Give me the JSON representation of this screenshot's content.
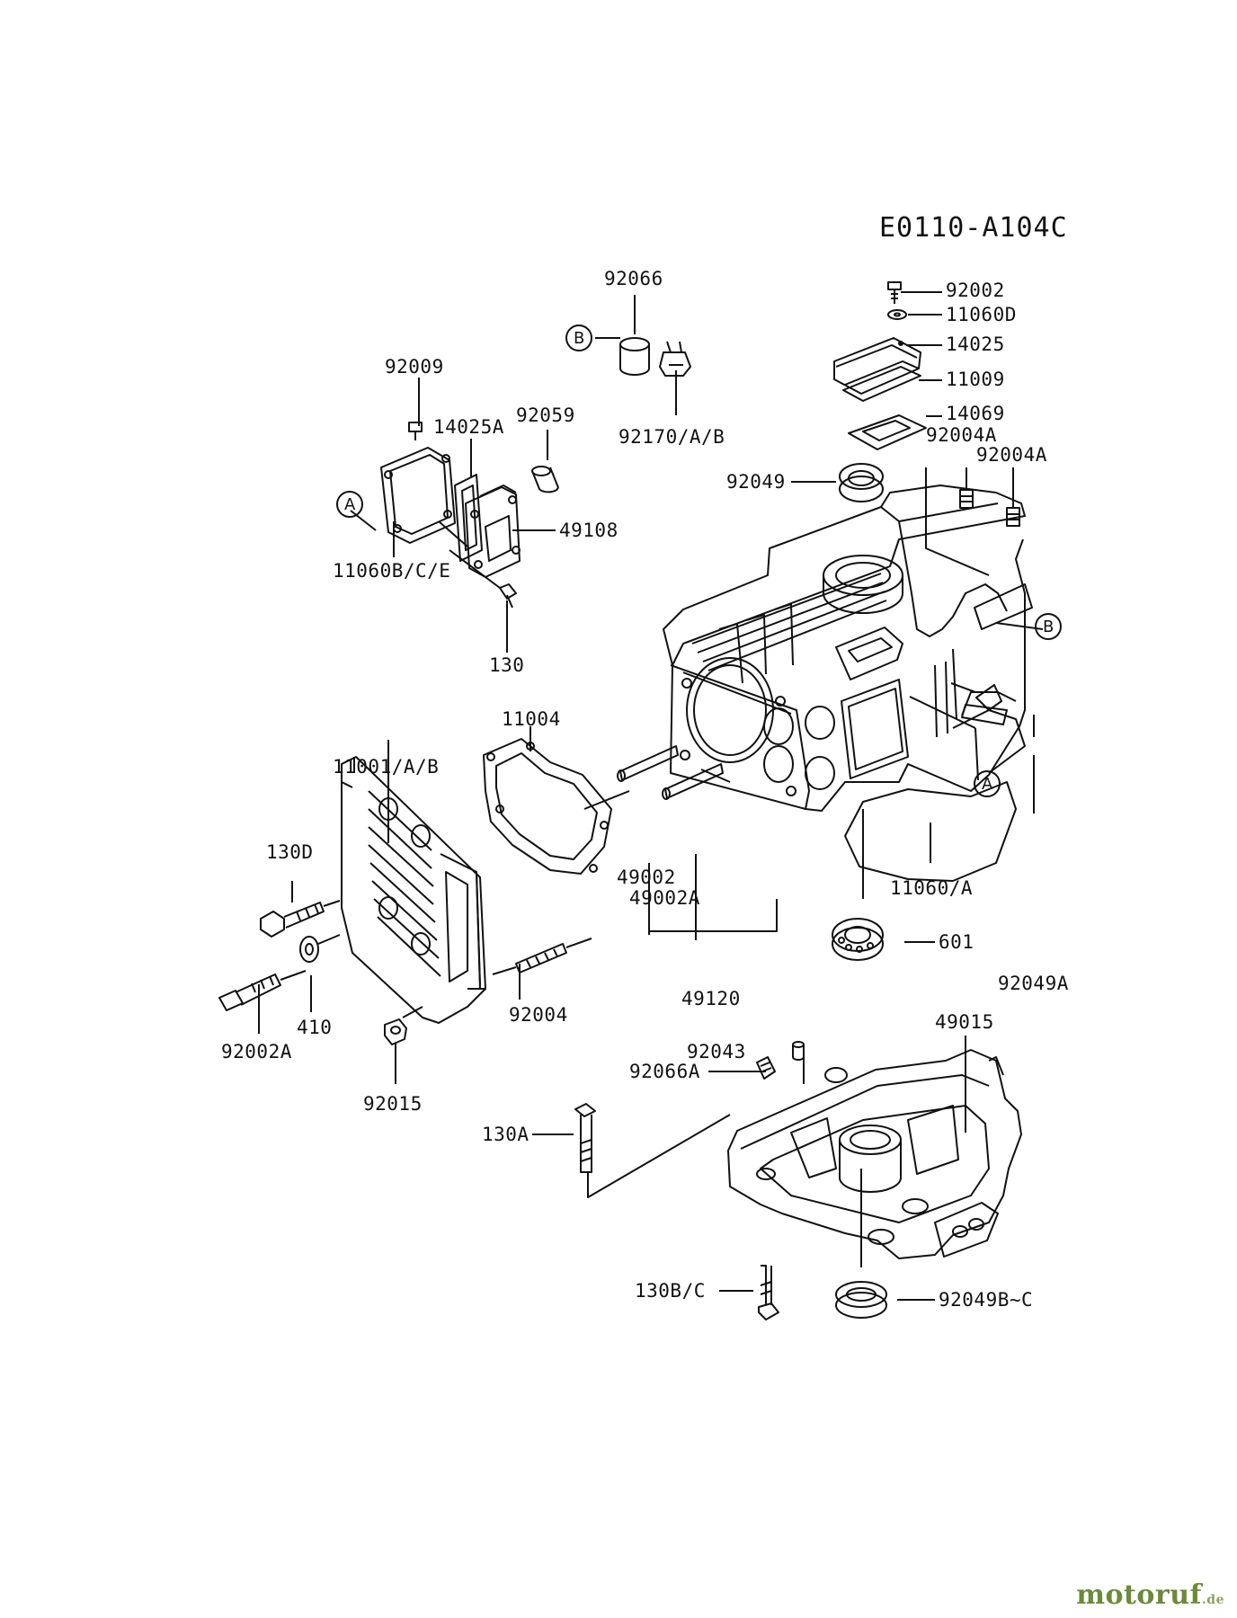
{
  "diagram_code": "E0110-A104C",
  "watermark": {
    "name": "motoruf",
    "tld": ".de",
    "color": "#6c8a3a"
  },
  "callouts": [
    "A",
    "B",
    "B",
    "A"
  ],
  "parts": {
    "p92066": "92066",
    "p92170": "92170/A/B",
    "p92002": "92002",
    "p11060D": "11060D",
    "p14025": "14025",
    "p11009": "11009",
    "p14069": "14069",
    "p92004A_1": "92004A",
    "p92004A_2": "92004A",
    "p92049": "92049",
    "p92009": "92009",
    "p14025A": "14025A",
    "p92059": "92059",
    "p49108": "49108",
    "p11060BCE": "11060B/C/E",
    "p130": "130",
    "p11004": "11004",
    "p11001AB": "11001/A/B",
    "p130D": "130D",
    "p49002": "49002",
    "p49002A": "49002A",
    "p92049A": "92049A",
    "p11060A": "11060/A",
    "p601": "601",
    "p49120": "49120",
    "p410": "410",
    "p92004": "92004",
    "p92002A": "92002A",
    "p92015": "92015",
    "p49015": "49015",
    "p92043": "92043",
    "p92066A": "92066A",
    "p130A": "130A",
    "p130BC": "130B/C",
    "p92049BC": "92049B~C"
  }
}
